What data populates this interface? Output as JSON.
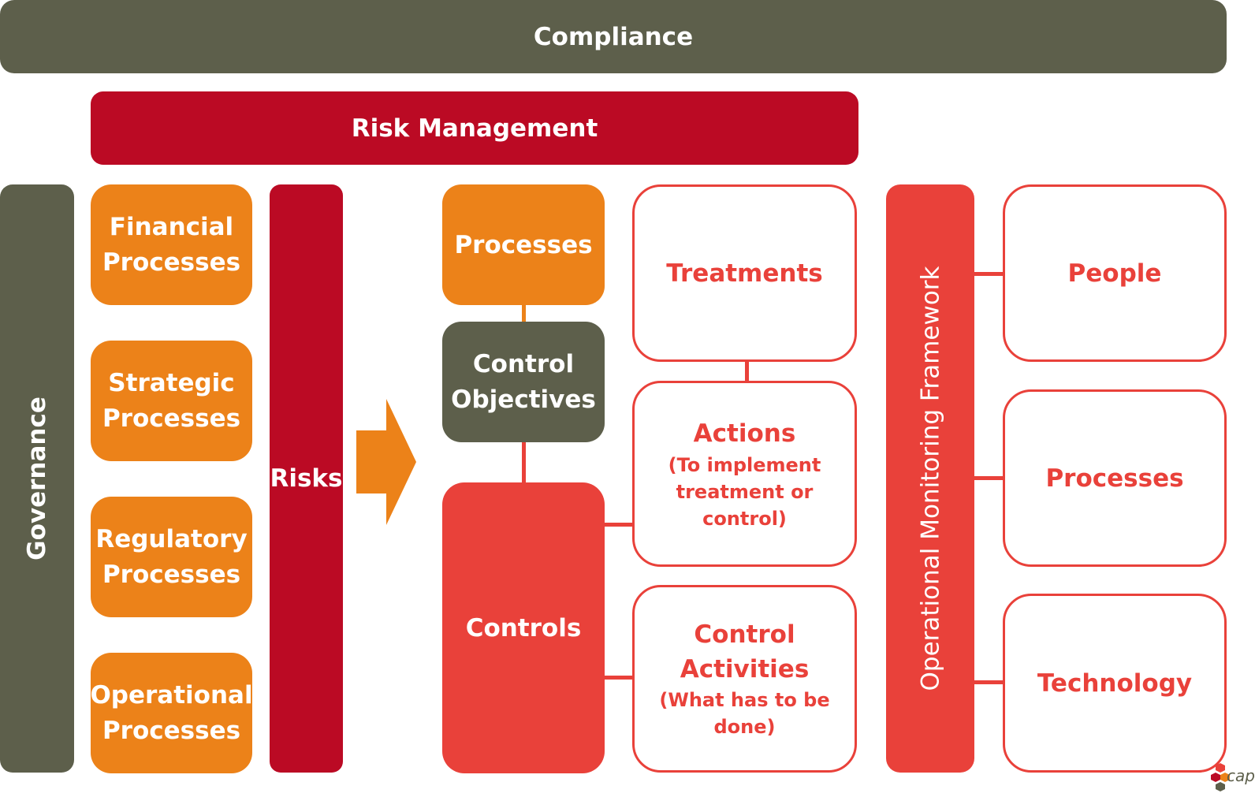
{
  "compliance": "Compliance",
  "risk_management": "Risk Management",
  "governance": "Governance",
  "processes_left": [
    {
      "line1": "Financial",
      "line2": "Processes"
    },
    {
      "line1": "Strategic",
      "line2": "Processes"
    },
    {
      "line1": "Regulatory",
      "line2": "Processes"
    },
    {
      "line1": "Operational",
      "line2": "Processes"
    }
  ],
  "risks": "Risks",
  "middle": {
    "processes": "Processes",
    "control_objectives": {
      "line1": "Control",
      "line2": "Objectives"
    },
    "controls": "Controls"
  },
  "right_boxes": {
    "treatments": "Treatments",
    "actions": {
      "title": "Actions",
      "sub1": "(To implement",
      "sub2": "treatment or control)"
    },
    "control_activities": {
      "line1": "Control",
      "line2": "Activities",
      "sub1": "(What has to be",
      "sub2": "done)"
    }
  },
  "framework": "Operational Monitoring Framework",
  "framework_items": [
    "People",
    "Processes",
    "Technology"
  ],
  "logo_text": "cap",
  "colors": {
    "olive": "#5d5f4b",
    "crimson": "#bb0a24",
    "orange": "#ec8219",
    "red": "#e9413a"
  }
}
